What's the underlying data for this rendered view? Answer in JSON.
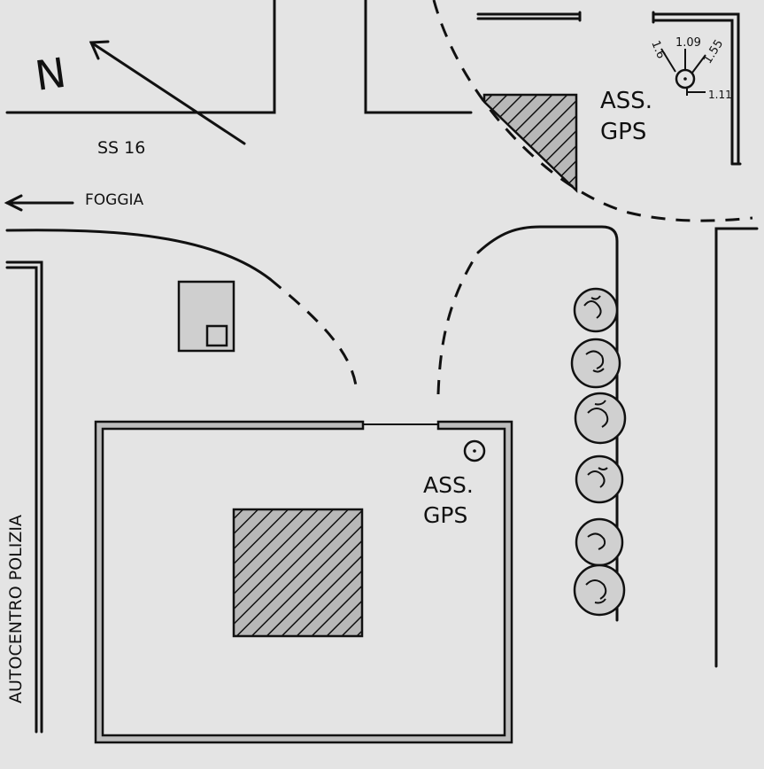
{
  "north_label": "N",
  "road_label": "SS 16",
  "direction_label": "FOGGIA",
  "side_label": "AUTOCENTRO POLIZIA",
  "gps_label_top_line1": "ASS.",
  "gps_label_top_line2": "GPS",
  "gps_label_main_line1": "ASS.",
  "gps_label_main_line2": "GPS",
  "measurements": {
    "m1": "1.6",
    "m2": "1.09",
    "m3": "1.55",
    "m4": "1.11"
  },
  "colors": {
    "background": "#e4e4e4",
    "ink": "#111111",
    "hatch": "#111111",
    "tree_fill": "#d0d0d0"
  }
}
